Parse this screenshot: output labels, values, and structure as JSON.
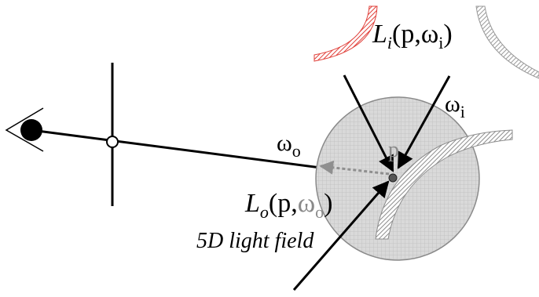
{
  "diagram": {
    "incident_radiance": {
      "symbol": "L",
      "subscript": "i",
      "args": "(p,",
      "omega": "ω",
      "omega_sub": "i",
      "close": ")"
    },
    "outgoing_radiance": {
      "symbol": "L",
      "subscript": "o",
      "args": "(p,",
      "omega": "ω",
      "omega_sub": "o",
      "close": ")"
    },
    "omega_i_label": {
      "omega": "ω",
      "sub": "i"
    },
    "omega_o_label": {
      "omega": "ω",
      "sub": "o"
    },
    "point_label": "p",
    "caption": "5D light field"
  },
  "colors": {
    "lines": "#000000",
    "sphere_fill": "#d9d9d9",
    "sphere_grid": "#bcbcbc",
    "surface_hatch": "#8c8c8c",
    "red_surface": "#e0403a",
    "gray_surface": "#9a9a9a",
    "dashed_arrow": "#8f8f8f"
  }
}
